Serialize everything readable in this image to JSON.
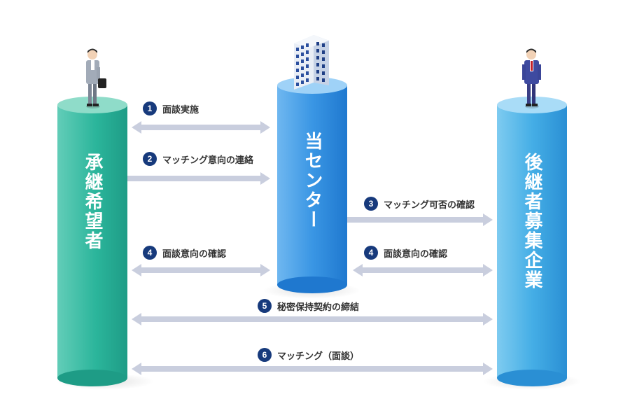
{
  "left_party": {
    "label": "承継希望者"
  },
  "center_party": {
    "label": "当センター"
  },
  "right_party": {
    "label": "後継者募集企業"
  },
  "steps": [
    {
      "num": "1",
      "text": "面談実施"
    },
    {
      "num": "2",
      "text": "マッチング意向の連絡"
    },
    {
      "num": "3",
      "text": "マッチング可否の確認"
    },
    {
      "num": "4",
      "text": "面談意向の確認"
    },
    {
      "num": "4",
      "text": "面談意向の確認"
    },
    {
      "num": "5",
      "text": "秘密保持契約の締結"
    },
    {
      "num": "6",
      "text": "マッチング（面談）"
    }
  ],
  "colors": {
    "left_pillar": "#2bb59b",
    "center_pillar": "#2f8fe0",
    "right_pillar": "#3aa6e0",
    "arrow": "#c9cede",
    "badge": "#173a7c"
  }
}
